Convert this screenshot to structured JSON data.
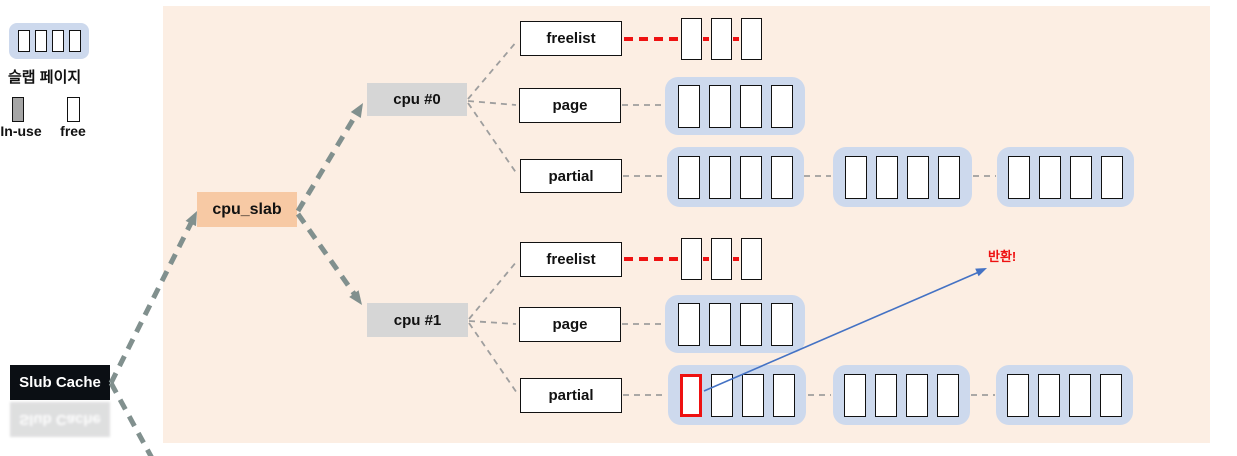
{
  "colors": {
    "canvas_bg": "#FCEEE3",
    "slab_container": "#CDD9ED",
    "cell_fill": "#FFFFFF",
    "cell_border": "#111111",
    "cpu_slab_fill": "#F7C9A4",
    "cpu_box_fill": "#D6D6D6",
    "slub_cache_fill": "#0B0F14",
    "slub_cache_text": "#FFFFFF",
    "in_use_fill": "#A6A6A6",
    "red": "#EE1111",
    "blue_arrow": "#4472C4",
    "thick_dash": "#81908E",
    "thin_dash": "#9E9E9E",
    "text": "#111111"
  },
  "legend": {
    "slab_page_label": "슬랩 페이지",
    "in_use_label": "In-use",
    "free_label": "free",
    "slab_cells": 4
  },
  "nodes": {
    "slub_cache_label": "Slub Cache",
    "cpu_slab_label": "cpu_slab",
    "cpu0_label": "cpu #0",
    "cpu1_label": "cpu #1"
  },
  "cpu0": {
    "freelist_label": "freelist",
    "page_label": "page",
    "partial_label": "partial",
    "freelist_object_count": 3,
    "page_slab_cells": 4,
    "partial_slab_cells": [
      4,
      4,
      4
    ]
  },
  "cpu1": {
    "freelist_label": "freelist",
    "page_label": "page",
    "partial_label": "partial",
    "freelist_object_count": 3,
    "page_slab_cells": 4,
    "partial_slab_cells": [
      4,
      4,
      4
    ],
    "partial_highlight": {
      "slab": 0,
      "cell": 0
    }
  },
  "annotations": {
    "return_label": "반환!"
  }
}
